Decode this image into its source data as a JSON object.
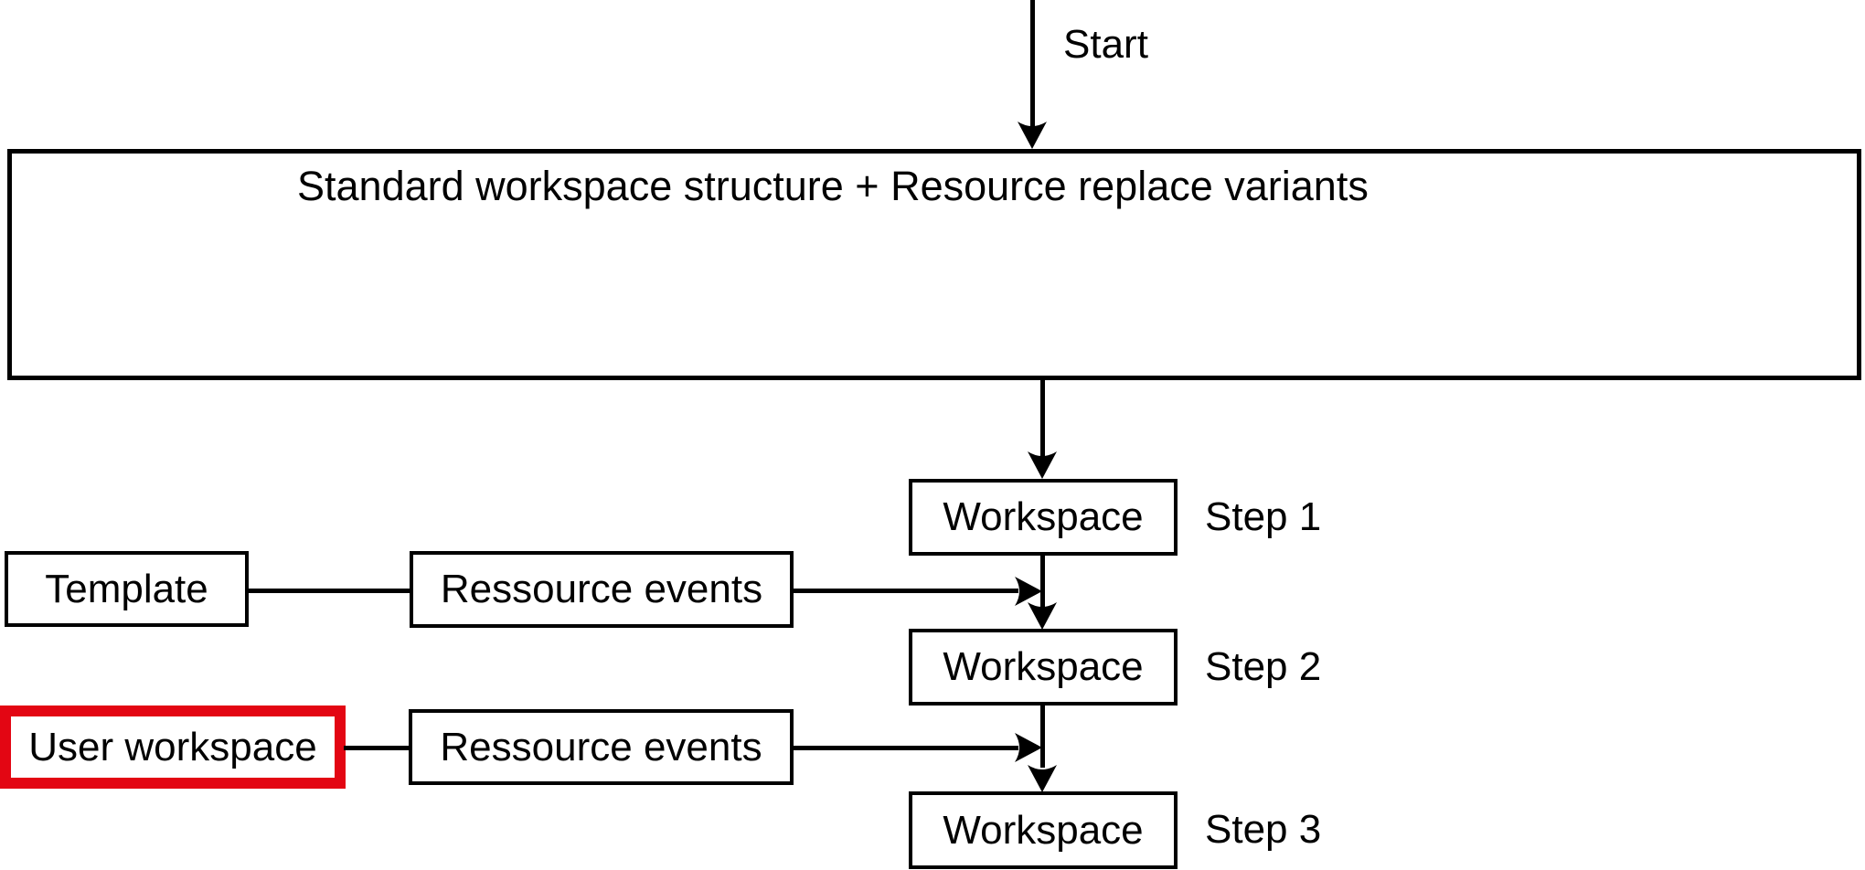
{
  "diagram": {
    "start_label": "Start",
    "main_box_label": "Standard workspace structure + Resource replace variants",
    "steps": [
      {
        "box_label": "Workspace",
        "step_label": "Step 1"
      },
      {
        "box_label": "Workspace",
        "step_label": "Step 2"
      },
      {
        "box_label": "Workspace",
        "step_label": "Step 3"
      }
    ],
    "inputs": [
      {
        "source_label": "Template",
        "events_label": "Ressource events",
        "highlighted": false
      },
      {
        "source_label": "User workspace",
        "events_label": "Ressource events",
        "highlighted": true
      }
    ],
    "colors": {
      "line": "#000000",
      "highlight": "#e30613",
      "background": "#ffffff"
    }
  }
}
